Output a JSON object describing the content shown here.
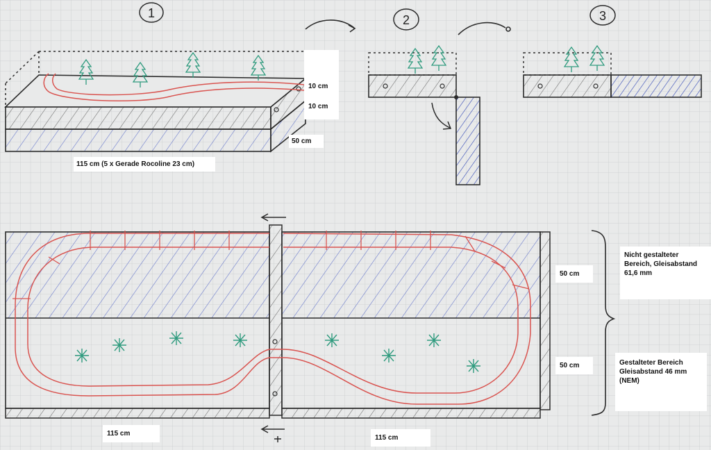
{
  "colors": {
    "paper": "#e9eaea",
    "grid": "#c9cccd",
    "pencil": "#2b2b2b",
    "track": "#d9534f",
    "hatch_blue": "#4b5fc4",
    "hatch_gray": "#555555",
    "tree": "#2f9b7e"
  },
  "steps": [
    "1",
    "2",
    "3"
  ],
  "labels": {
    "height_top": "10 cm",
    "height_bottom": "10 cm",
    "depth": "50 cm",
    "length_note": "115 cm (5 x Gerade Rocoline 23 cm)",
    "plan_depth_upper": "50 cm",
    "plan_depth_lower": "50 cm",
    "plan_length_left": "115 cm",
    "plan_length_right": "115 cm",
    "upper_zone_note": [
      "Nicht gestalteter",
      "Bereich, Gleisabstand",
      "61,6 mm"
    ],
    "lower_zone_note": [
      "Gestalteter Bereich",
      "Gleisabstand 46 mm",
      "(NEM)"
    ]
  }
}
